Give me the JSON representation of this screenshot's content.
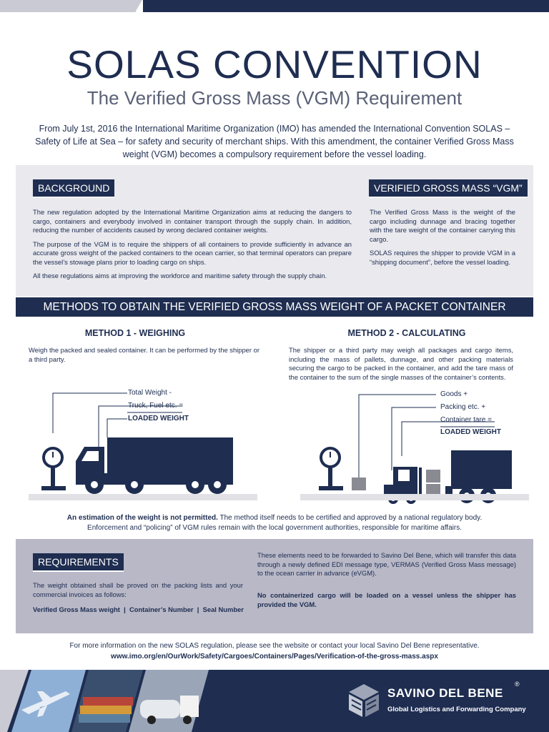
{
  "header": {
    "title": "SOLAS CONVENTION",
    "subtitle": "The Verified Gross Mass (VGM) Requirement",
    "intro": "From July 1st, 2016 the International Maritime Organization (IMO) has amended the International Convention SOLAS – Safety of Life at Sea – for safety and security of merchant ships. With this amendment, the container Verified Gross Mass weight (VGM) becomes a compulsory requirement before the vessel loading."
  },
  "background": {
    "label": "BACKGROUND",
    "p1": "The new regulation adopted by the International Maritime Organization aims at reducing the dangers to cargo, containers and everybody involved in container transport through the supply chain. In addition, reducing the number of accidents caused by wrong declared container weights.",
    "p2": "The purpose of the VGM is to require the shippers of all containers to provide sufficiently in advance an accurate gross weight of the packed containers to the ocean carrier, so that terminal operators can prepare the vessel’s stowage plans prior to loading cargo on ships.",
    "p3": "All these regulations aims at improving the workforce and maritime safety through the supply chain."
  },
  "vgm": {
    "label": "VERIFIED GROSS MASS “VGM”",
    "p1": "The Verified Gross Mass is the weight of the cargo including dunnage and bracing together with the tare weight of the container carrying this cargo.",
    "p2": "SOLAS requires the shipper to provide VGM in a “shipping document”, before the vessel loading."
  },
  "methods": {
    "bar": "METHODS TO OBTAIN THE VERIFIED GROSS MASS WEIGHT OF A PACKET CONTAINER",
    "m1_title": "METHOD 1 - WEIGHING",
    "m1_text": "Weigh the packed and sealed container. It can be performed by the shipper or a third party.",
    "m1_l1": "Total Weight -",
    "m1_l2": "Truck, Fuel etc. =",
    "m1_l3": "LOADED WEIGHT",
    "m2_title": "METHOD 2 - CALCULATING",
    "m2_text": "The shipper or a third party may weigh all packages and cargo items, including the mass of pallets, dunnage, and other packing materials securing the cargo to be packed in the container, and add the tare mass of the container to the sum of the single masses of the container’s contents.",
    "m2_l1": "Goods +",
    "m2_l2": "Packing etc. +",
    "m2_l3": "Container tare =",
    "m2_l4": "LOADED WEIGHT",
    "note_bold": "An estimation of the weight is not permitted.",
    "note_rest": " The method itself needs to be certified and approved by a national regulatory body.",
    "note_line2": "Enforcement and “policing” of VGM rules remain with the local government authorities, responsible for maritime affairs."
  },
  "requirements": {
    "label": "REQUIREMENTS",
    "left_text": "The weight obtained shall be proved on the packing lists and your commercial invoices as follows:",
    "items": "Verified Gross Mass weight  |  Container’s Number  |  Seal Number",
    "right_text": "These elements need to be forwarded to Savino Del Bene, which will transfer this data through a newly defined EDI message type, VERMAS (Verified Gross Mass message) to the ocean carrier in advance (eVGM).",
    "right_bold": "No containerized cargo will be loaded on a vessel unless the shipper has provided the VGM."
  },
  "info": {
    "line1": "For more information on the new SOLAS regulation, please see the website or contact your local Savino Del Bene representative.",
    "url": "www.imo.org/en/OurWork/Safety/Cargoes/Containers/Pages/Verification-of-the-gross-mass.aspx"
  },
  "footer": {
    "company": "SAVINO DEL BENE",
    "reg": "®",
    "tagline": "Global Logistics and Forwarding Company"
  },
  "colors": {
    "navy": "#1e2d50",
    "panel": "#e9e9ee",
    "req_panel": "#b8b8c7"
  }
}
